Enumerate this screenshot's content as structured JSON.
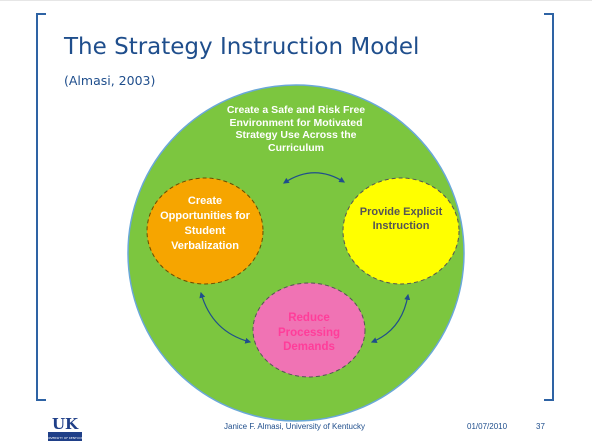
{
  "slide": {
    "title": "The Strategy Instruction Model",
    "citation": "(Almasi, 2003)"
  },
  "diagram": {
    "outer_circle": {
      "label": "Create a Safe and Risk Free Environment for Motivated Strategy Use Across the Curriculum",
      "color": "#7cc63f"
    },
    "left_oval": {
      "label": "Create Opportunities for Student Verbalization",
      "color": "#f6a500"
    },
    "right_oval": {
      "label": "Provide Explicit Instruction",
      "color": "#ffff00"
    },
    "bottom_oval": {
      "label": "Reduce Processing Demands",
      "color": "#f073b4"
    },
    "arrow_color": "#1f4e8c"
  },
  "footer": {
    "logo_text": "UK",
    "logo_sub": "UNIVERSITY OF KENTUCKY",
    "author": "Janice F. Almasi, University of Kentucky",
    "date": "01/07/2010",
    "page": "37"
  },
  "colors": {
    "title": "#1f4e8c",
    "frame": "#2e63a4"
  }
}
